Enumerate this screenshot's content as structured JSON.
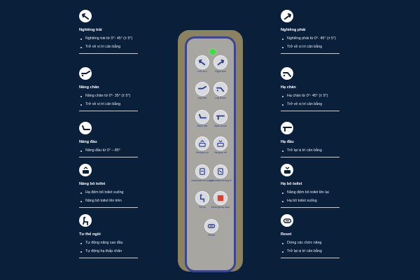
{
  "left": [
    {
      "icon": "tilt-left-icon",
      "title": "Nghiêng trái",
      "items": [
        "Nghiêng trái từ 0°- 45° (± 5°)",
        "Trở về vị trí cân bằng"
      ]
    },
    {
      "icon": "leg-up-icon",
      "title": "Nâng chân",
      "items": [
        "Nâng chân từ 0°- 35° (± 5°)",
        "Trở về vị trí cân bằng"
      ]
    },
    {
      "icon": "back-raise-icon",
      "title": "Nâng đầu",
      "items": [
        "Nâng đầu từ 0° – 85°"
      ]
    },
    {
      "icon": "bedpan-up-icon",
      "title": "Nâng bô toilet",
      "items": [
        "Hạ đệm bô toilet xuống",
        "Nâng bô toilet lên trên"
      ]
    },
    {
      "icon": "sitting-posture-icon",
      "title": "Tư thế ngồi",
      "items": [
        "Tự động nâng cao đầu",
        "Tự động hạ thấp chân"
      ]
    }
  ],
  "right": [
    {
      "icon": "tilt-right-icon",
      "title": "Nghiêng phải",
      "items": [
        "Nghiêng phải từ 0°- 45° (± 5°)",
        "Trở về vị trí cân bằng"
      ]
    },
    {
      "icon": "leg-down-icon",
      "title": "Hạ chân",
      "items": [
        "Hạ chân từ 0°- 45° (± 5°)",
        "Trở về vị trí cân bằng"
      ]
    },
    {
      "icon": "back-lower-icon",
      "title": "Hạ đầu",
      "items": [
        "Trở lại vị trí cân bằng"
      ]
    },
    {
      "icon": "bedpan-down-icon",
      "title": "Hạ bô toilet",
      "items": [
        "Nâng đệm bô toilet lên lại",
        "Hạ bô toilet xuống"
      ]
    },
    {
      "icon": "reset-icon",
      "title": "Reset",
      "items": [
        "Dừng các chức năng",
        "Trở lại vị trí cân bằng"
      ]
    }
  ],
  "remote": {
    "buttons": [
      {
        "label": "Left turn",
        "icon": "left-turn-icon"
      },
      {
        "label": "Right turn",
        "icon": "right-turn-icon"
      },
      {
        "label": "Leg rise",
        "icon": "leg-rise-icon"
      },
      {
        "label": "Leg down",
        "icon": "leg-down-icon"
      },
      {
        "label": "Back rise",
        "icon": "back-rise-icon"
      },
      {
        "label": "Back down",
        "icon": "back-down-icon"
      },
      {
        "label": "Bedpan on",
        "icon": "bedpan-on-icon"
      },
      {
        "label": "Bedpan off",
        "icon": "bedpan-off-icon"
      },
      {
        "label": "Automatic turning A",
        "icon": "auto-turn-a-icon"
      },
      {
        "label": "Automatic turning B",
        "icon": "auto-turn-b-icon"
      },
      {
        "label": "Sit up",
        "icon": "sit-up-icon"
      },
      {
        "label": "Emergency stop",
        "icon": "emergency-stop-icon"
      },
      {
        "label": "Reset",
        "icon": "reset-icon"
      }
    ],
    "stop_color": "#d9412b",
    "label_color": "#2b3c86",
    "led_color": "#39e040"
  }
}
